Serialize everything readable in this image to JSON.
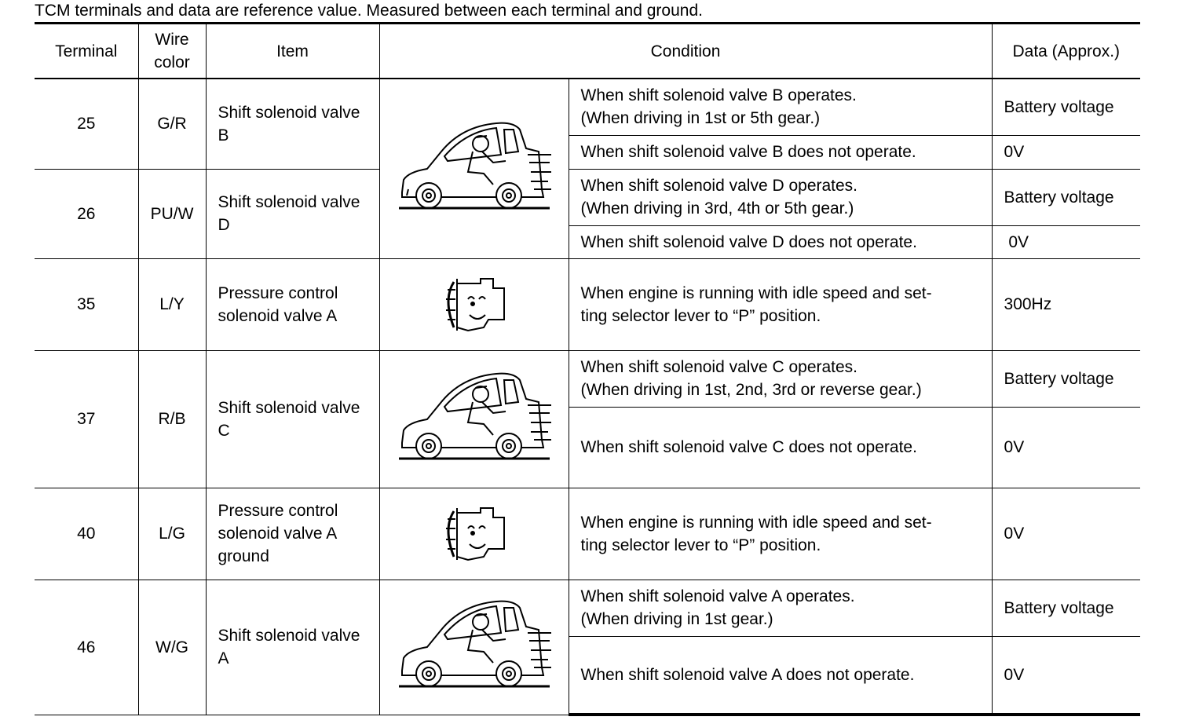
{
  "caption": "TCM terminals and data are reference value. Measured between each terminal and ground.",
  "headers": {
    "terminal": "Terminal",
    "wire_color": "Wire color",
    "item": "Item",
    "condition": "Condition",
    "data": "Data (Approx.)"
  },
  "rows": [
    {
      "terminal": "25",
      "wire": "G/R",
      "item": "Shift solenoid valve B",
      "icon": "driver-car-icon",
      "conditions": [
        {
          "text": "When shift solenoid valve B operates.\n(When driving in 1st or 5th gear.)",
          "data": "Battery voltage"
        },
        {
          "text": "When shift solenoid valve B does not operate.",
          "data": "0V"
        }
      ]
    },
    {
      "terminal": "26",
      "wire": "PU/W",
      "item": "Shift solenoid valve D",
      "icon": "driver-car-icon",
      "conditions": [
        {
          "text": "When shift solenoid valve D operates.\n(When driving in 3rd, 4th or 5th gear.)",
          "data": "Battery voltage"
        },
        {
          "text": "When shift solenoid valve D does not operate.",
          "data": " 0V"
        }
      ]
    },
    {
      "terminal": "35",
      "wire": "L/Y",
      "item": "Pressure control solenoid valve A",
      "icon": "running-engine-icon",
      "conditions": [
        {
          "text": "When engine is running with idle speed and set-\nting selector lever to “P” position.",
          "data": "300Hz"
        }
      ]
    },
    {
      "terminal": "37",
      "wire": "R/B",
      "item": "Shift solenoid valve C",
      "icon": "driver-car-icon",
      "conditions": [
        {
          "text": "When shift solenoid valve C operates.\n(When driving in 1st, 2nd, 3rd or reverse gear.)",
          "data": "Battery voltage"
        },
        {
          "text": "When shift solenoid valve C does not operate.",
          "data": "0V"
        }
      ]
    },
    {
      "terminal": "40",
      "wire": "L/G",
      "item": "Pressure control solenoid valve A ground",
      "icon": "running-engine-icon",
      "conditions": [
        {
          "text": "When engine is running with idle speed and set-\nting selector lever to “P” position.",
          "data": "0V"
        }
      ]
    },
    {
      "terminal": "46",
      "wire": "W/G",
      "item": "Shift solenoid valve A",
      "icon": "driver-car-icon",
      "conditions": [
        {
          "text": "When shift solenoid valve A operates.\n(When driving in 1st gear.)",
          "data": "Battery voltage"
        },
        {
          "text": "When shift solenoid valve A does not operate.",
          "data": "0V"
        }
      ]
    }
  ]
}
